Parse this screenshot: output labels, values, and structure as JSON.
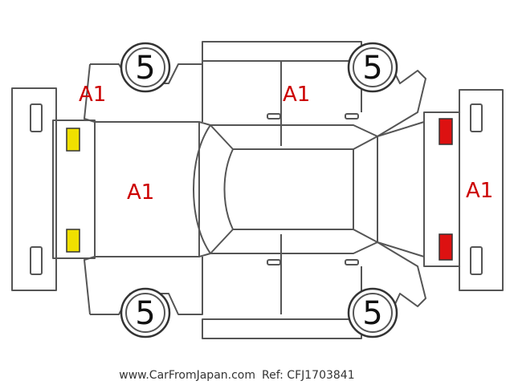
{
  "colors": {
    "outline": "#555555",
    "code_text": "#cc0000",
    "front_lamp": "#f0e000",
    "rear_lamp": "#dd1111"
  },
  "wheels": {
    "front_left": "5",
    "rear_left": "5",
    "front_right": "5",
    "rear_right": "5"
  },
  "damage_codes": {
    "left_front_fender": "A1",
    "left_rear_door": "A1",
    "hood": "A1",
    "rear_bumper": "A1"
  },
  "footer": {
    "site": "www.CarFromJapan.com",
    "ref": "Ref: CFJ1703841"
  }
}
